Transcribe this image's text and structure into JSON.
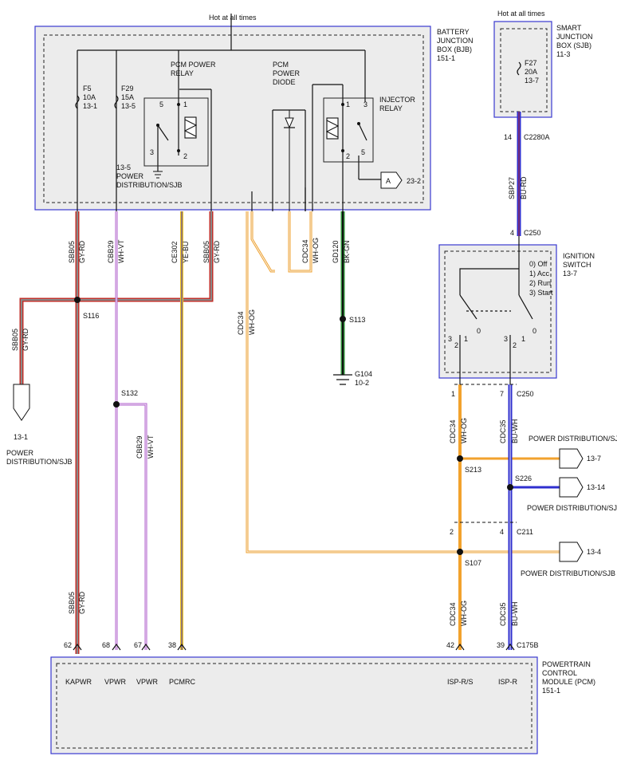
{
  "top_labels": {
    "bjb_hot": "Hot at all times",
    "sjb_hot": "Hot at all times"
  },
  "boxes": {
    "bjb": [
      "BATTERY",
      "JUNCTION",
      "BOX (BJB)",
      "151-1"
    ],
    "sjb": [
      "SMART",
      "JUNCTION",
      "BOX (SJB)",
      "11-3"
    ],
    "ignition": [
      "IGNITION",
      "SWITCH",
      "13-7"
    ],
    "pcm": [
      "POWERTRAIN",
      "CONTROL",
      "MODULE (PCM)",
      "151-1"
    ]
  },
  "fuses": {
    "f5": [
      "F5",
      "10A",
      "13-1"
    ],
    "f29": [
      "F29",
      "15A",
      "13-5"
    ],
    "f27": [
      "F27",
      "20A",
      "13-7"
    ]
  },
  "components": {
    "pcm_relay": [
      "PCM POWER",
      "RELAY"
    ],
    "pcm_diode": [
      "PCM",
      "POWER",
      "DIODE"
    ],
    "injector_relay": [
      "INJECTOR",
      "RELAY"
    ],
    "power_dist_13_5": [
      "13-5",
      "POWER",
      "DISTRIBUTION/SJB"
    ],
    "ref_a": "A",
    "ref_a_page": "23-2",
    "ignition_positions": [
      "0) Off",
      "1) Acc",
      "2) Run",
      "3) Start"
    ]
  },
  "pin_numbers": {
    "pcm_relay": [
      "5",
      "1",
      "3",
      "2"
    ],
    "injector_relay": [
      "1",
      "3",
      "2",
      "5"
    ],
    "ign_left": [
      "3",
      "2",
      "1",
      "0"
    ],
    "ign_right": [
      "3",
      "2",
      "1",
      "0"
    ],
    "sjb_out": "14",
    "ign_in": "4",
    "ign_out_1": "1",
    "ign_out_7": "7",
    "c211_2": "2",
    "c211_4": "4",
    "pcm_62": "62",
    "pcm_68": "68",
    "pcm_67": "67",
    "pcm_38": "38",
    "pcm_42": "42",
    "pcm_39": "39"
  },
  "connectors": {
    "c2280a": "C2280A",
    "c250_in": "C250",
    "c250_out": "C250",
    "c211": "C211",
    "c175b": "C175B"
  },
  "splices": {
    "s116": "S116",
    "s113": "S113",
    "s132": "S132",
    "s213": "S213",
    "s226": "S226",
    "s107": "S107"
  },
  "ground": {
    "name": "G104",
    "page": "10-2"
  },
  "circuits": {
    "sbb05_a": [
      "SBB05",
      "GY-RD"
    ],
    "cbb29_a": [
      "CBB29",
      "WH-VT"
    ],
    "ce302": [
      "CE302",
      "YE-BU"
    ],
    "sbb05_b": [
      "SBB05",
      "GY-RD"
    ],
    "cdc34_a": [
      "CDC34",
      "WH-OG"
    ],
    "gd120": [
      "GD120",
      "BK-GN"
    ],
    "sbb05_c": [
      "SBB05",
      "GY-RD"
    ],
    "cdc34_b": [
      "CDC34",
      "WH-OG"
    ],
    "cbb29_b": [
      "CBB29",
      "WH-VT"
    ],
    "sbp27": [
      "SBP27",
      "BU-RD"
    ],
    "cdc34_c": [
      "CDC34",
      "WH-OG"
    ],
    "cdc35_a": [
      "CDC35",
      "BU-WH"
    ],
    "sbb05_d": [
      "SBB05",
      "GY-RD"
    ],
    "cdc34_d": [
      "CDC34",
      "WH-OG"
    ],
    "cdc35_b": [
      "CDC35",
      "BU-WH"
    ]
  },
  "destinations": {
    "pd_13_1": [
      "13-1",
      "POWER",
      "DISTRIBUTION/SJB"
    ],
    "pd_13_7_label": "POWER DISTRIBUTION/SJB",
    "pd_13_7_page": "13-7",
    "pd_13_14_page": "13-14",
    "pd_13_14_label": "POWER DISTRIBUTION/SJB",
    "pd_13_4_page": "13-4",
    "pd_13_4_label": "POWER DISTRIBUTION/SJB"
  },
  "pcm_pins": {
    "kapwr": "KAPWR",
    "vpwr1": "VPWR",
    "vpwr2": "VPWR",
    "pcmrc": "PCMRC",
    "isp_rs": "ISP-R/S",
    "isp_r": "ISP-R"
  },
  "wire_colors": {
    "gy": "#8a8a8a",
    "rd": "#c0312b",
    "wh": "#f4f4f4",
    "vt": "#b25ccf",
    "ye": "#f0c320",
    "bu": "#2f2fcf",
    "og": "#f2a22d",
    "bk": "#111111",
    "gn": "#2f8f3a",
    "box_border": "#3a3ad0"
  }
}
